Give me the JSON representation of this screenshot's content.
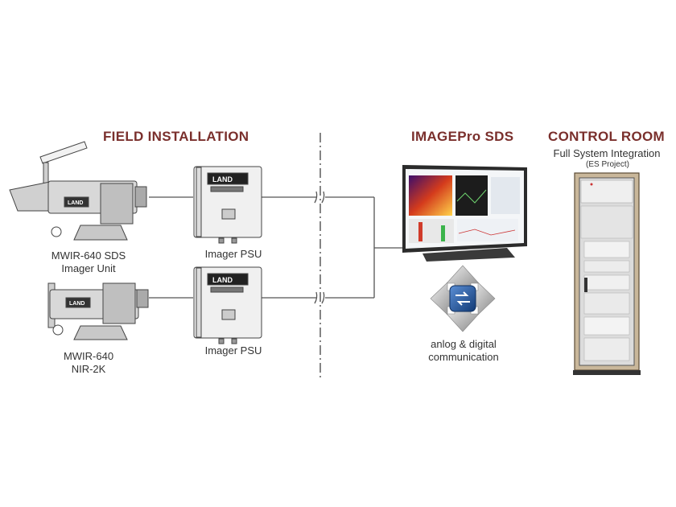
{
  "headings": {
    "field": "FIELD INSTALLATION",
    "imagepro": "IMAGEPro SDS",
    "control": "CONTROL ROOM"
  },
  "control_room": {
    "subtitle": "Full System Integration",
    "subnote": "(ES Project)"
  },
  "devices": {
    "imager1_line1": "MWIR-640 SDS",
    "imager1_line2": "Imager Unit",
    "imager2_line1": "MWIR-640",
    "imager2_line2": "NIR-2K",
    "psu1": "Imager PSU",
    "psu2": "Imager PSU",
    "psu_brand": "LAND",
    "camera_brand": "LAND"
  },
  "communication": {
    "line1": "anlog & digital",
    "line2": "communication"
  },
  "colors": {
    "heading": "#7a2f2c",
    "line": "#555555",
    "cabinet_frame": "#c9b79a",
    "arrow_gradient_start": "#e0e0e0",
    "arrow_gradient_end": "#8a8a8a",
    "comm_icon": "#1e4f8f"
  }
}
